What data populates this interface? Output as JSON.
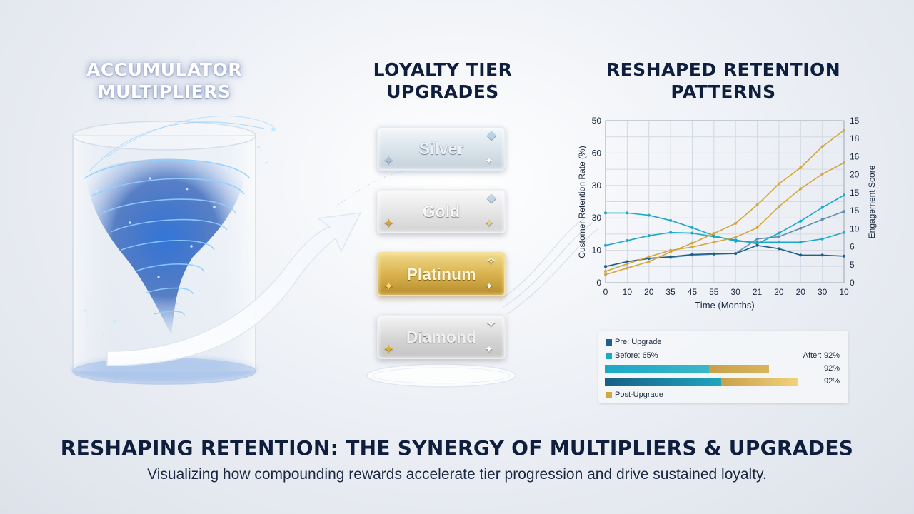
{
  "headings": {
    "accumulator": "ACCUMULATOR\nMULTIPLIERS",
    "loyalty": "LOYALTY TIER\nUPGRADES",
    "retention": "RESHAPED RETENTION\nPATTERNS"
  },
  "tiers": [
    {
      "label": "Silver"
    },
    {
      "label": "Gold"
    },
    {
      "label": "Platinum"
    },
    {
      "label": "Diamond"
    }
  ],
  "colors": {
    "navy": "#0f1e3d",
    "blue": "#1f5f8b",
    "teal": "#1aa9c6",
    "gold": "#d4a73c",
    "steel": "#5f8fb0",
    "vortex": "#2f7fe0"
  },
  "chart_data": {
    "type": "line",
    "x": [
      "0",
      "10",
      "20",
      "35",
      "45",
      "55",
      "30",
      "21",
      "20",
      "20",
      "30",
      "10"
    ],
    "xlabel": "Time (Months)",
    "ylabel": "Customer Retention Rate (%)",
    "y2label": "Engagement Score",
    "yticks": [
      "0",
      "10",
      "30",
      "30",
      "60",
      "50"
    ],
    "y2ticks": [
      "0",
      "5",
      "6",
      "10",
      "15",
      "15",
      "20",
      "16",
      "18",
      "15"
    ],
    "ylim": [
      0,
      50
    ],
    "y2lim": [
      0,
      15
    ],
    "grid": true,
    "series": [
      {
        "color": "#1aa9c6",
        "values": [
          21.5,
          21.5,
          20.8,
          19.2,
          17,
          14.5,
          12.8,
          12.5,
          12.5,
          12.5,
          13.5,
          15.5
        ],
        "axis": "left"
      },
      {
        "color": "#1aa9c6",
        "values": [
          11.5,
          13,
          14.5,
          15.5,
          15.3,
          14.2,
          13.2,
          12,
          15.3,
          19,
          23.2,
          27
        ],
        "axis": "left"
      },
      {
        "color": "#5f8fb0",
        "values": [
          5,
          6.5,
          7.5,
          7.8,
          8.5,
          8.8,
          9,
          13.5,
          14.2,
          16.8,
          19.5,
          22
        ],
        "axis": "left"
      },
      {
        "color": "#1f5f8b",
        "values": [
          5,
          6.5,
          7.5,
          8,
          8.7,
          8.9,
          9,
          11.5,
          10.5,
          8.5,
          8.5,
          8.2
        ],
        "axis": "left"
      },
      {
        "color": "#d4a73c",
        "values": [
          2.5,
          4.5,
          6.5,
          9.5,
          12.2,
          15.2,
          18.3,
          24,
          30.5,
          35.5,
          42,
          47
        ],
        "axis": "left"
      },
      {
        "color": "#d4a73c",
        "values": [
          3.5,
          5.8,
          8,
          10,
          11,
          12.5,
          14,
          17,
          23.5,
          29,
          33.5,
          37
        ],
        "axis": "left"
      }
    ]
  },
  "legend": {
    "pre_upgrade": "Pre: Upgrade",
    "before": "Before: 65%",
    "after": "After: 92%",
    "bar1_value": "92%",
    "bar2_value": "92%",
    "post_upgrade": "Post-Upgrade",
    "bars": [
      {
        "before": 65,
        "after": 92
      },
      {
        "before": 65,
        "after": 92
      }
    ]
  },
  "footer": {
    "title": "RESHAPING RETENTION: THE SYNERGY OF MULTIPLIERS & UPGRADES",
    "subtitle": "Visualizing how compounding rewards accelerate tier progression and drive sustained loyalty."
  }
}
